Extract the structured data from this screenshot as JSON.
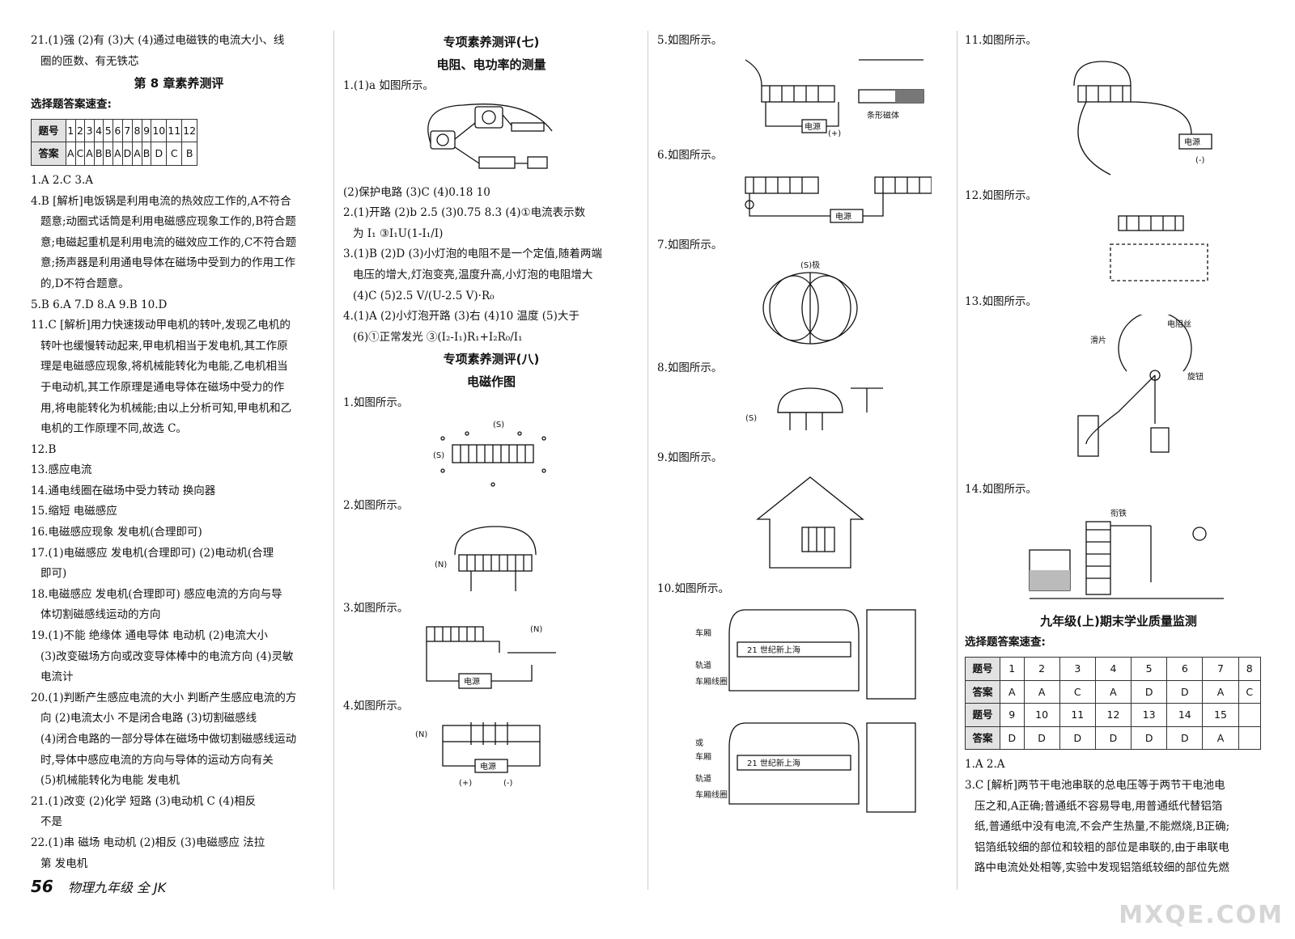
{
  "col1": {
    "q21_top": [
      "21.(1)强 (2)有 (3)大 (4)通过电磁铁的电流大小、线",
      "圈的匝数、有无铁芯"
    ],
    "chapter_title": "第 8 章素养测评",
    "quick_label": "选择题答案速查:",
    "table": {
      "h1": "题号",
      "h2": "答案",
      "nums": [
        "1",
        "2",
        "3",
        "4",
        "5",
        "6",
        "7",
        "8",
        "9",
        "10",
        "11",
        "12"
      ],
      "answers": [
        "A",
        "C",
        "A",
        "B",
        "B",
        "A",
        "D",
        "A",
        "B",
        "D",
        "C",
        "B"
      ]
    },
    "lines": [
      {
        "t": "1.A 2.C 3.A",
        "i": false
      },
      {
        "t": "4.B [解析]电饭锅是利用电流的热效应工作的,A不符合",
        "i": false
      },
      {
        "t": "题意;动圈式话筒是利用电磁感应现象工作的,B符合题",
        "i": true
      },
      {
        "t": "意;电磁起重机是利用电流的磁效应工作的,C不符合题",
        "i": true
      },
      {
        "t": "意;扬声器是利用通电导体在磁场中受到力的作用工作",
        "i": true
      },
      {
        "t": "的,D不符合题意。",
        "i": true
      },
      {
        "t": "5.B 6.A 7.D 8.A 9.B 10.D",
        "i": false
      },
      {
        "t": "11.C [解析]用力快速拨动甲电机的转叶,发现乙电机的",
        "i": false
      },
      {
        "t": "转叶也缓慢转动起来,甲电机相当于发电机,其工作原",
        "i": true
      },
      {
        "t": "理是电磁感应现象,将机械能转化为电能,乙电机相当",
        "i": true
      },
      {
        "t": "于电动机,其工作原理是通电导体在磁场中受力的作",
        "i": true
      },
      {
        "t": "用,将电能转化为机械能;由以上分析可知,甲电机和乙",
        "i": true
      },
      {
        "t": "电机的工作原理不同,故选 C。",
        "i": true
      },
      {
        "t": "12.B",
        "i": false
      },
      {
        "t": "13.感应电流",
        "i": false
      },
      {
        "t": "14.通电线圈在磁场中受力转动 换向器",
        "i": false
      },
      {
        "t": "15.缩短 电磁感应",
        "i": false
      },
      {
        "t": "16.电磁感应现象 发电机(合理即可)",
        "i": false
      },
      {
        "t": "17.(1)电磁感应 发电机(合理即可) (2)电动机(合理",
        "i": false
      },
      {
        "t": "即可)",
        "i": true
      },
      {
        "t": "18.电磁感应 发电机(合理即可) 感应电流的方向与导",
        "i": false
      },
      {
        "t": "体切割磁感线运动的方向",
        "i": true
      },
      {
        "t": "19.(1)不能 绝缘体 通电导体 电动机 (2)电流大小",
        "i": false
      },
      {
        "t": "(3)改变磁场方向或改变导体棒中的电流方向 (4)灵敏",
        "i": true
      },
      {
        "t": "电流计",
        "i": true
      },
      {
        "t": "20.(1)判断产生感应电流的大小 判断产生感应电流的方",
        "i": false
      },
      {
        "t": "向 (2)电流太小 不是闭合电路 (3)切割磁感线",
        "i": true
      },
      {
        "t": "(4)闭合电路的一部分导体在磁场中做切割磁感线运动",
        "i": true
      },
      {
        "t": "时,导体中感应电流的方向与导体的运动方向有关",
        "i": true
      },
      {
        "t": "(5)机械能转化为电能 发电机",
        "i": true
      },
      {
        "t": "21.(1)改变 (2)化学 短路 (3)电动机 C (4)相反",
        "i": false
      },
      {
        "t": "不是",
        "i": true
      },
      {
        "t": "22.(1)串 磁场 电动机 (2)相反 (3)电磁感应 法拉",
        "i": false
      },
      {
        "t": "第 发电机",
        "i": true
      }
    ]
  },
  "col2": {
    "title7": "专项素养测评(七)",
    "sub7": "电阻、电功率的测量",
    "q1": "1.(1)a 如图所示。",
    "q1b": "(2)保护电路 (3)C (4)0.18 10",
    "q2a": "2.(1)开路 (2)b 2.5 (3)0.75 8.3 (4)①电流表示数",
    "q2b": "为 I₁ ③I₁U(1-I₁/I)",
    "q3a": "3.(1)B (2)D (3)小灯泡的电阻不是一个定值,随着两端",
    "q3b": "电压的增大,灯泡变亮,温度升高,小灯泡的电阻增大",
    "q3c": "(4)C (5)2.5 V/(U-2.5 V)·R₀",
    "q4a": "4.(1)A (2)小灯泡开路 (3)右 (4)10 温度 (5)大于",
    "q4b": "(6)①正常发光 ③(I₂-I₁)R₁+I₂R₀/I₁",
    "title8": "专项素养测评(八)",
    "sub8": "电磁作图",
    "f1": "1.如图所示。",
    "f2": "2.如图所示。",
    "f3": "3.如图所示。",
    "f4": "4.如图所示。"
  },
  "col3": {
    "f5": "5.如图所示。",
    "f6": "6.如图所示。",
    "f7": "7.如图所示。",
    "f8": "8.如图所示。",
    "f9": "9.如图所示。",
    "f10": "10.如图所示。"
  },
  "col4": {
    "f11": "11.如图所示。",
    "f12": "12.如图所示。",
    "f13": "13.如图所示。",
    "f14": "14.如图所示。",
    "exam_title": "九年级(上)期末学业质量监测",
    "quick_label": "选择题答案速查:",
    "table": {
      "h1": "题号",
      "h2": "答案",
      "nums1": [
        "1",
        "2",
        "3",
        "4",
        "5",
        "6",
        "7",
        "8"
      ],
      "ans1": [
        "A",
        "A",
        "C",
        "A",
        "D",
        "D",
        "A",
        "C"
      ],
      "nums2": [
        "9",
        "10",
        "11",
        "12",
        "13",
        "14",
        "15",
        ""
      ],
      "ans2": [
        "D",
        "D",
        "D",
        "D",
        "D",
        "D",
        "A",
        ""
      ]
    },
    "lines": [
      {
        "t": "1.A 2.A",
        "i": false
      },
      {
        "t": "3.C [解析]两节干电池串联的总电压等于两节干电池电",
        "i": false
      },
      {
        "t": "压之和,A正确;普通纸不容易导电,用普通纸代替铝箔",
        "i": true
      },
      {
        "t": "纸,普通纸中没有电流,不会产生热量,不能燃烧,B正确;",
        "i": true
      },
      {
        "t": "铝箔纸较细的部位和较粗的部位是串联的,由于串联电",
        "i": true
      },
      {
        "t": "路中电流处处相等,实验中发现铝箔纸较细的部位先燃",
        "i": true
      }
    ]
  },
  "figure_labels": {
    "l_zigzag_mag": "条形磁体",
    "l_power": "电源",
    "l_plus": "(+)",
    "l_minus": "(-)",
    "l_s_pole": "(S)",
    "l_n_pole": "(N)",
    "l_s_pole_ji": "(S)极",
    "l_resistance_wire": "电阻丝",
    "l_slider": "滑片",
    "l_knob": "旋钮",
    "l_armature": "衔铁",
    "l_carriage": "车厢",
    "l_track": "轨道",
    "l_coil": "车厢线圈",
    "l_or": "或",
    "l_sign": "21 世纪新上海"
  },
  "footer": {
    "page": "56",
    "book": "物理九年级 全 JK"
  },
  "watermark": "MXQE.COM"
}
